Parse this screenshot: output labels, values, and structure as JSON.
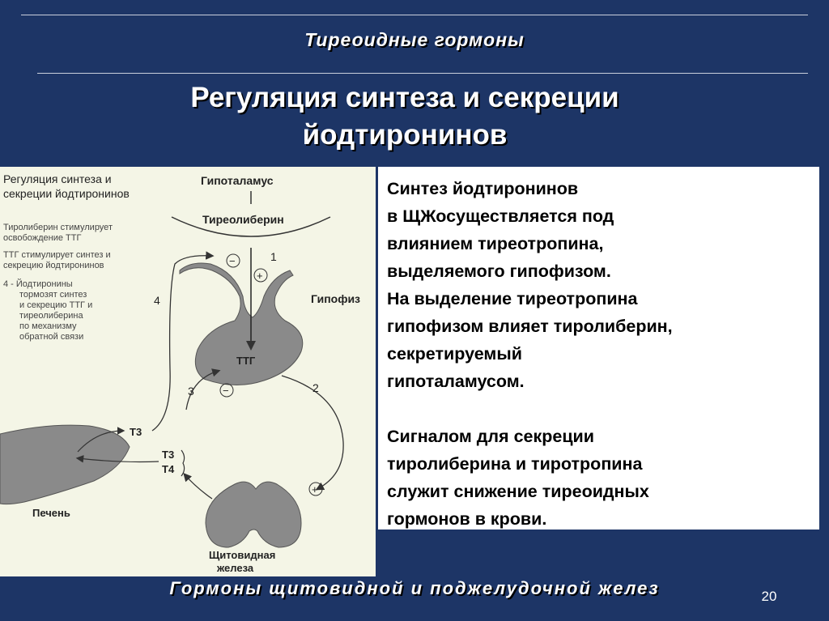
{
  "slide": {
    "topic": "Тиреоидные гормоны",
    "title_line1": "Регуляция синтеза  и секреции",
    "title_line2": "йодтиронинов",
    "footer": "Гормоны  щитовидной  и поджелудочной  желез",
    "page_number": "20"
  },
  "text_panel": {
    "p1": "Синтез йодтиронинов",
    "p2": "в ЩЖосуществляется под",
    "p3": "влиянием тиреотропина,",
    "p4": "выделяемого гипофизом.",
    "p5": "На выделение тиреотропина",
    "p6": "гипофизом влияет тиролиберин,",
    "p7": "секретируемый",
    "p8": "гипоталамусом.",
    "p9": "Сигналом для секреции",
    "p10": "тиролиберина  и тиротропина",
    "p11": "служит снижение тиреоидных",
    "p12": "гормонов в крови."
  },
  "diagram": {
    "heading_line1": "Регуляция синтеза и",
    "heading_line2": "секреции йодтиронинов",
    "note1_line1": "Тиролиберин стимулирует",
    "note1_line2": "освобождение ТТГ",
    "note2_line1": "ТТГ стимулирует синтез и",
    "note2_line2": "секрецию йодтиронинов",
    "note3_line1": "4 - Йодтиронины",
    "note3_line2": "тормозят синтез",
    "note3_line3": "и секрецию ТТГ и",
    "note3_line4": "тиреолиберина",
    "note3_line5": "по механизму",
    "note3_line6": "обратной связи",
    "hypothalamus": "Гипоталамус",
    "thyroliberin": "Тиреолиберин",
    "pituitary": "Гипофиз",
    "tsh": "ТТГ",
    "liver": "Печень",
    "thyroid_line1": "Щитовидная",
    "thyroid_line2": "железа",
    "t3": "T3",
    "t4": "T4",
    "num1": "1",
    "num2": "2",
    "num3": "3",
    "num4": "4",
    "minus": "−",
    "plus": "+"
  }
}
